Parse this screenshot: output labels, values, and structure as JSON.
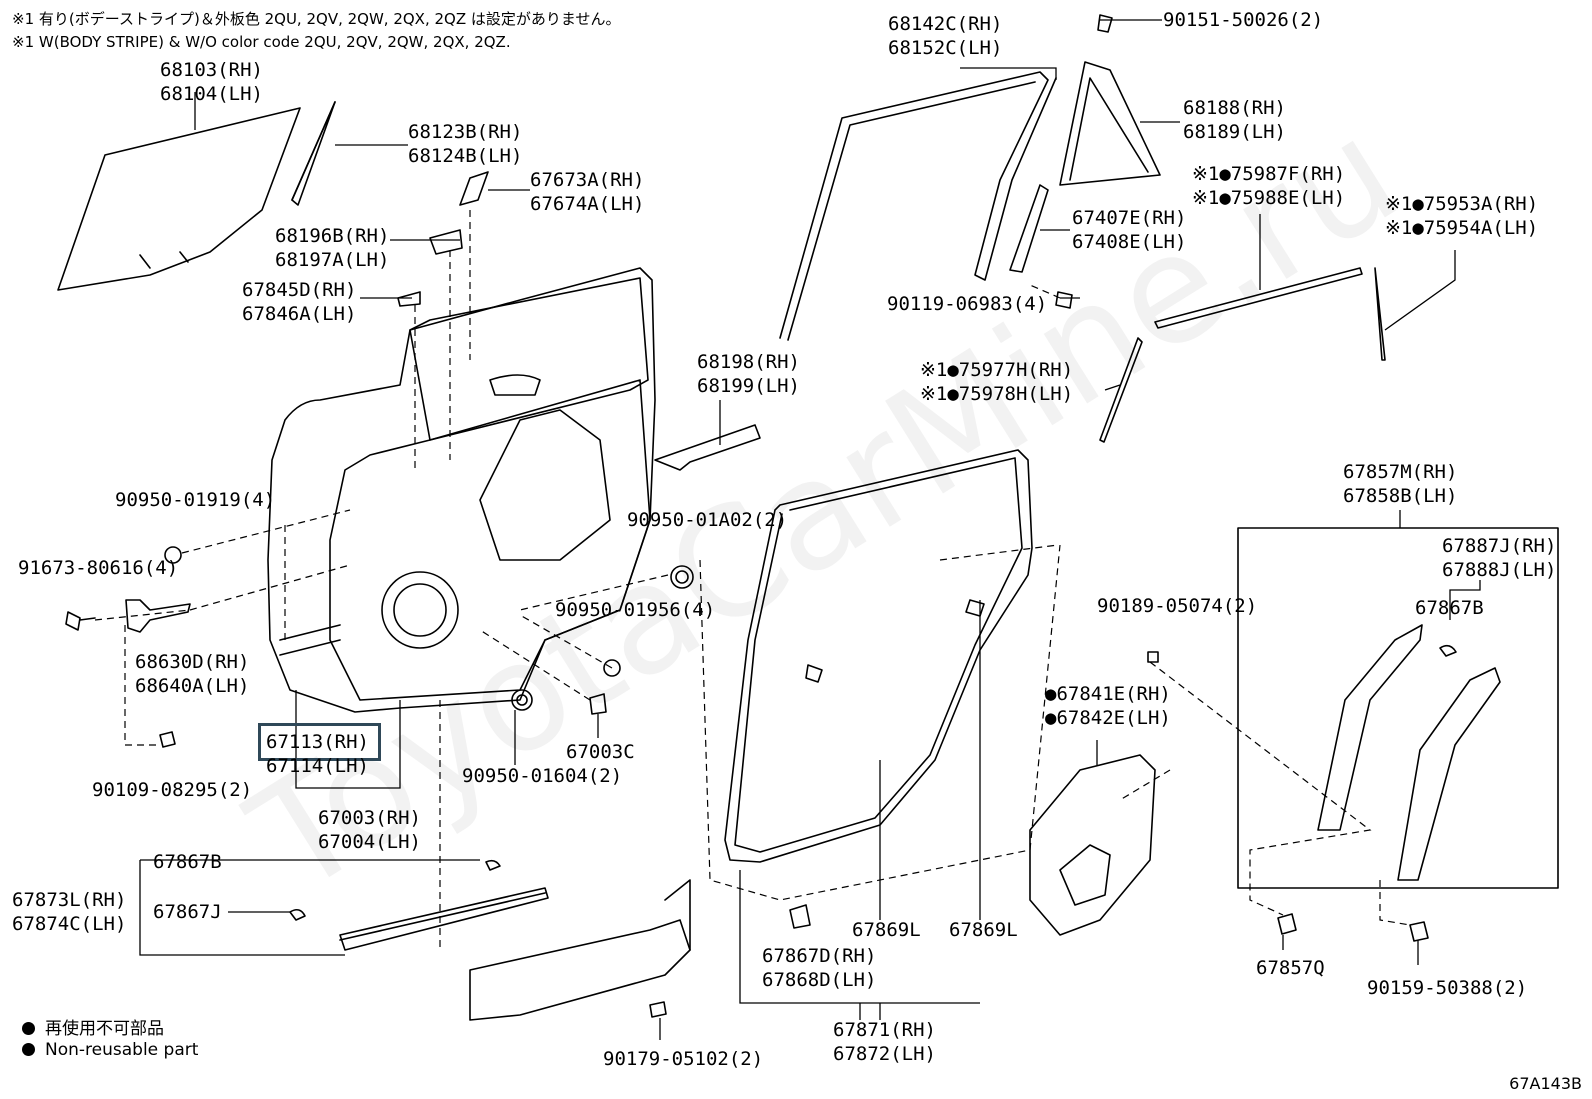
{
  "notes": {
    "jp": "※1 有り(ボデーストライプ)＆外板色 2QU, 2QV, 2QW, 2QX, 2QZ は設定がありません。",
    "en": "※1 W(BODY STRIPE) & W/O color code 2QU, 2QV, 2QW, 2QX, 2QZ."
  },
  "watermark": "ToyotaCarMine.ru",
  "diagram_code": "67A143B",
  "legend": {
    "jp": "再使用不可部品",
    "en": "Non-reusable part"
  },
  "highlighted_part": "67113(RH)",
  "callouts": [
    {
      "id": "c68103",
      "lines": [
        "68103(RH)",
        "68104(LH)"
      ]
    },
    {
      "id": "c68123",
      "lines": [
        "68123B(RH)",
        "68124B(LH)"
      ]
    },
    {
      "id": "c67673",
      "lines": [
        "67673A(RH)",
        "67674A(LH)"
      ]
    },
    {
      "id": "c68196",
      "lines": [
        "68196B(RH)",
        "68197A(LH)"
      ]
    },
    {
      "id": "c67845",
      "lines": [
        "67845D(RH)",
        "67846A(LH)"
      ]
    },
    {
      "id": "c68198",
      "lines": [
        "68198(RH)",
        "68199(LH)"
      ]
    },
    {
      "id": "c90950a",
      "lines": [
        "90950-01919(4)"
      ]
    },
    {
      "id": "c91673",
      "lines": [
        "91673-80616(4)"
      ]
    },
    {
      "id": "c90950b",
      "lines": [
        "90950-01A02(2)"
      ]
    },
    {
      "id": "c90950c",
      "lines": [
        "90950-01956(4)"
      ]
    },
    {
      "id": "c68630",
      "lines": [
        "68630D(RH)",
        "68640A(LH)"
      ]
    },
    {
      "id": "c67113",
      "lines": [
        "67113(RH)",
        "67114(LH)"
      ]
    },
    {
      "id": "c67003c",
      "lines": [
        "67003C"
      ]
    },
    {
      "id": "c90950d",
      "lines": [
        "90950-01604(2)"
      ]
    },
    {
      "id": "c90109",
      "lines": [
        "90109-08295(2)"
      ]
    },
    {
      "id": "c67003",
      "lines": [
        "67003(RH)",
        "67004(LH)"
      ]
    },
    {
      "id": "c67867b_l",
      "lines": [
        "67867B"
      ]
    },
    {
      "id": "c67873",
      "lines": [
        "67873L(RH)",
        "67874C(LH)"
      ]
    },
    {
      "id": "c67867j",
      "lines": [
        "67867J"
      ]
    },
    {
      "id": "c68142",
      "lines": [
        "68142C(RH)",
        "68152C(LH)"
      ]
    },
    {
      "id": "c90151",
      "lines": [
        "90151-50026(2)"
      ]
    },
    {
      "id": "c68188",
      "lines": [
        "68188(RH)",
        "68189(LH)"
      ]
    },
    {
      "id": "c75987",
      "lines": [
        "※1●75987F(RH)",
        "※1●75988E(LH)"
      ]
    },
    {
      "id": "c75953",
      "lines": [
        "※1●75953A(RH)",
        "※1●75954A(LH)"
      ]
    },
    {
      "id": "c67407",
      "lines": [
        "67407E(RH)",
        "67408E(LH)"
      ]
    },
    {
      "id": "c90119",
      "lines": [
        "90119-06983(4)"
      ]
    },
    {
      "id": "c75977",
      "lines": [
        "※1●75977H(RH)",
        "※1●75978H(LH)"
      ]
    },
    {
      "id": "c67857m",
      "lines": [
        "67857M(RH)",
        "67858B(LH)"
      ]
    },
    {
      "id": "c67887",
      "lines": [
        "67887J(RH)",
        "67888J(LH)"
      ]
    },
    {
      "id": "c90189",
      "lines": [
        "90189-05074(2)"
      ]
    },
    {
      "id": "c67867b_r",
      "lines": [
        "67867B"
      ]
    },
    {
      "id": "c67841",
      "lines": [
        "●67841E(RH)",
        "●67842E(LH)"
      ]
    },
    {
      "id": "c67869l_a",
      "lines": [
        "67869L"
      ]
    },
    {
      "id": "c67869l_b",
      "lines": [
        "67869L"
      ]
    },
    {
      "id": "c67867d",
      "lines": [
        "67867D(RH)",
        "67868D(LH)"
      ]
    },
    {
      "id": "c67857q",
      "lines": [
        "67857Q"
      ]
    },
    {
      "id": "c90159",
      "lines": [
        "90159-50388(2)"
      ]
    },
    {
      "id": "c67871",
      "lines": [
        "67871(RH)",
        "67872(LH)"
      ]
    },
    {
      "id": "c90179",
      "lines": [
        "90179-05102(2)"
      ]
    }
  ]
}
